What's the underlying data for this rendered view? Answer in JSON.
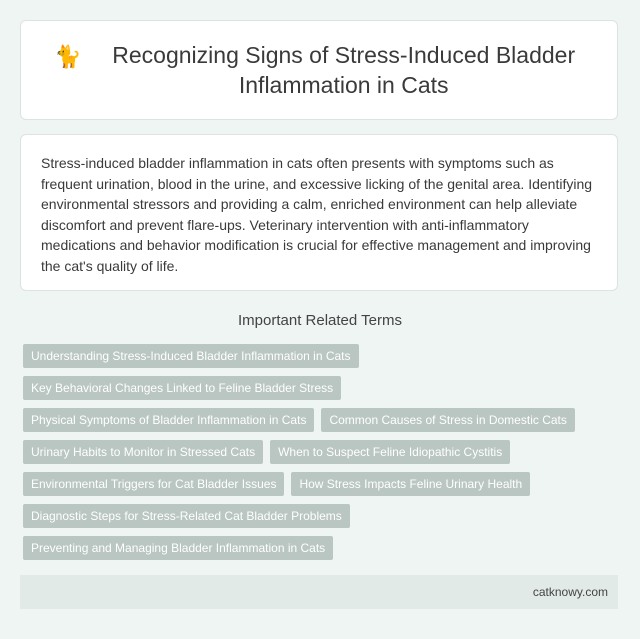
{
  "header": {
    "icon": "cat-icon",
    "icon_glyph": "🐈",
    "title": "Recognizing Signs of Stress-Induced Bladder Inflammation in Cats"
  },
  "summary": "Stress-induced bladder inflammation in cats often presents with symptoms such as frequent urination, blood in the urine, and excessive licking of the genital area. Identifying environmental stressors and providing a calm, enriched environment can help alleviate discomfort and prevent flare-ups. Veterinary intervention with anti-inflammatory medications and behavior modification is crucial for effective management and improving the cat's quality of life.",
  "related": {
    "heading": "Important Related Terms",
    "terms": [
      "Understanding Stress-Induced Bladder Inflammation in Cats",
      "Key Behavioral Changes Linked to Feline Bladder Stress",
      "Physical Symptoms of Bladder Inflammation in Cats",
      "Common Causes of Stress in Domestic Cats",
      "Urinary Habits to Monitor in Stressed Cats",
      "When to Suspect Feline Idiopathic Cystitis",
      "Environmental Triggers for Cat Bladder Issues",
      "How Stress Impacts Feline Urinary Health",
      "Diagnostic Steps for Stress-Related Cat Bladder Problems",
      "Preventing and Managing Bladder Inflammation in Cats"
    ]
  },
  "footer": {
    "site": "catknowy.com"
  },
  "colors": {
    "background": "#eef5f3",
    "tag_background": "#b9c6c2",
    "footer_background": "#e2eae8"
  }
}
